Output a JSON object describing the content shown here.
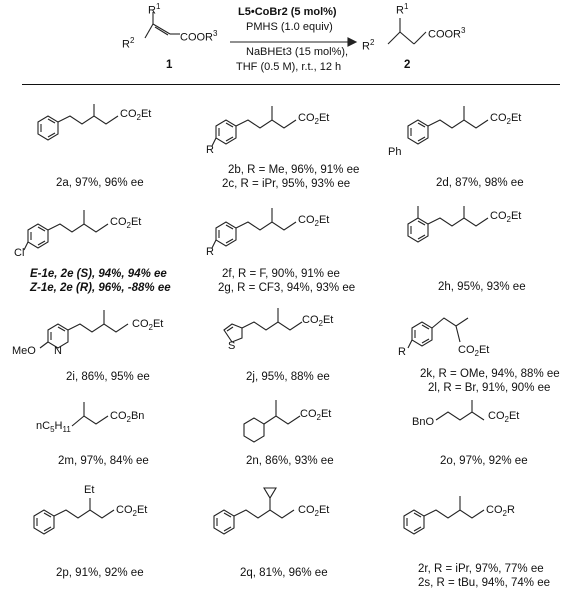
{
  "reaction": {
    "substrate_label": "1",
    "product_label": "2",
    "r1": "R",
    "r2": "R",
    "substrate_group": "COOR",
    "product_group": "COOR",
    "conditions": [
      "L5•CoBr2 (5 mol%)",
      "PMHS (1.0 equiv)",
      "NaBHEt3 (15 mol%),",
      "THF (0.5 M), r.t., 12 h"
    ]
  },
  "entries": [
    {
      "id": "2a",
      "text": "2a, 97%, 96% ee"
    },
    {
      "id": "2b",
      "text": "2b, R = Me, 96%, 91% ee"
    },
    {
      "id": "2c",
      "text": "2c, R = iPr, 95%, 93% ee"
    },
    {
      "id": "2d",
      "text": "2d, 87%, 98% ee"
    },
    {
      "id": "2e1",
      "text": "E-1e, 2e (S), 94%, 94% ee"
    },
    {
      "id": "2e2",
      "text": "Z-1e, 2e (R), 96%, -88% ee"
    },
    {
      "id": "2f",
      "text": "2f, R = F, 90%, 91% ee"
    },
    {
      "id": "2g",
      "text": "2g, R = CF3, 94%, 93% ee"
    },
    {
      "id": "2h",
      "text": "2h, 95%, 93% ee"
    },
    {
      "id": "2i",
      "text": "2i, 86%, 95% ee"
    },
    {
      "id": "2j",
      "text": "2j, 95%, 88% ee"
    },
    {
      "id": "2k",
      "text": "2k, R = OMe, 94%, 88% ee"
    },
    {
      "id": "2l",
      "text": "2l, R = Br, 91%, 90% ee"
    },
    {
      "id": "2m",
      "text": "2m, 97%, 84% ee"
    },
    {
      "id": "2n",
      "text": "2n, 86%, 93% ee"
    },
    {
      "id": "2o",
      "text": "2o, 97%, 92% ee"
    },
    {
      "id": "2p",
      "text": "2p, 91%, 92% ee"
    },
    {
      "id": "2q",
      "text": "2q, 81%, 96% ee"
    },
    {
      "id": "2r",
      "text": "2r, R = iPr, 97%, 77% ee"
    },
    {
      "id": "2s",
      "text": "2s, R = tBu, 94%, 74% ee"
    }
  ],
  "groups": {
    "co2et": "CO2Et",
    "co2bn": "CO2Bn",
    "co2r": "CO2R",
    "r": "R",
    "ph": "Ph",
    "cl": "Cl",
    "meo": "MeO",
    "n": "N",
    "s": "S",
    "et": "Et",
    "bno": "BnO",
    "nc5h11": "nC5H11"
  }
}
